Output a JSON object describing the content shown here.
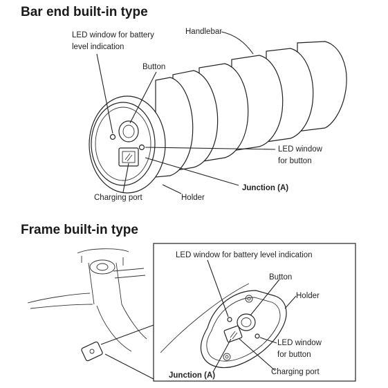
{
  "bar_end": {
    "heading": "Bar end built-in type",
    "labels": {
      "led_battery_line1": "LED window for battery",
      "led_battery_line2": "level indication",
      "button": "Button",
      "handlebar": "Handlebar",
      "led_button_line1": "LED window",
      "led_button_line2": "for button",
      "junction": "Junction (A)",
      "charging_port": "Charging port",
      "holder": "Holder"
    }
  },
  "frame": {
    "heading": "Frame built-in type",
    "labels": {
      "led_battery": "LED window for battery level indication",
      "button": "Button",
      "holder": "Holder",
      "led_button_line1": "LED window",
      "led_button_line2": "for button",
      "junction": "Junction (A)",
      "charging_port": "Charging port"
    }
  }
}
